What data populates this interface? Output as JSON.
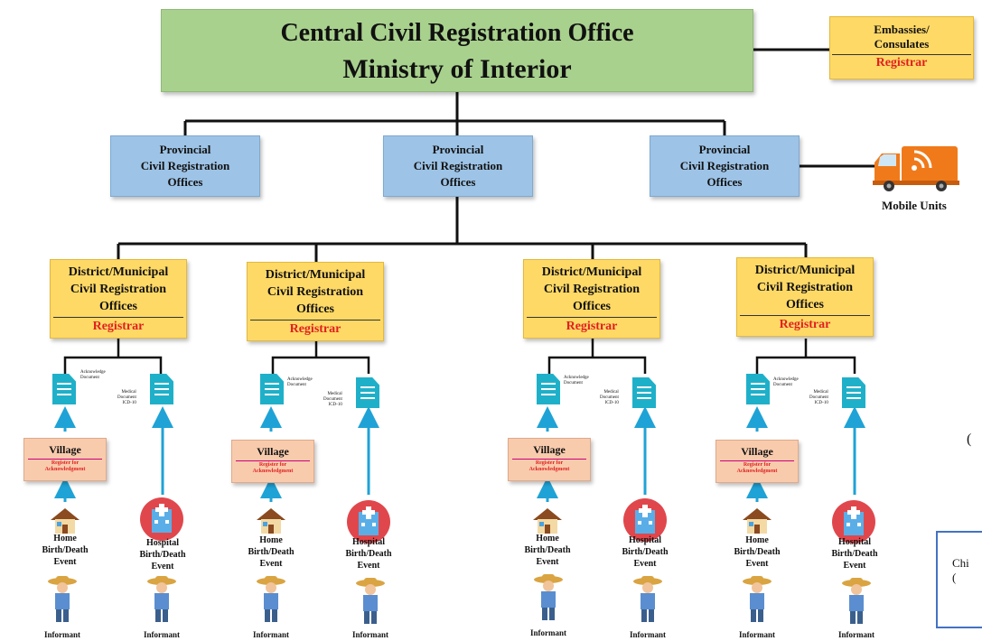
{
  "central": {
    "line1": "Central Civil Registration Office",
    "line2": "Ministry of Interior"
  },
  "embassies": {
    "line1": "Embassies/",
    "line2": "Consulates",
    "registrar": "Registrar"
  },
  "provincial": [
    {
      "line1": "Provincial",
      "line2": "Civil Registration",
      "line3": "Offices"
    },
    {
      "line1": "Provincial",
      "line2": "Civil Registration",
      "line3": "Offices"
    },
    {
      "line1": "Provincial",
      "line2": "Civil Registration",
      "line3": "Offices"
    }
  ],
  "mobile": {
    "label": "Mobile Units"
  },
  "district": [
    {
      "line1": "District/Municipal",
      "line2": "Civil Registration",
      "line3": "Offices",
      "registrar": "Registrar"
    },
    {
      "line1": "District/Municipal",
      "line2": "Civil Registration",
      "line3": "Offices",
      "registrar": "Registrar"
    },
    {
      "line1": "District/Municipal",
      "line2": "Civil Registration",
      "line3": "Offices",
      "registrar": "Registrar"
    },
    {
      "line1": "District/Municipal",
      "line2": "Civil Registration",
      "line3": "Offices",
      "registrar": "Registrar"
    }
  ],
  "docs": {
    "ack1": "Acknowledge",
    "ack2": "Document",
    "med1": "Medical",
    "med2": "Document",
    "med3": "ICD-10"
  },
  "village": {
    "title": "Village",
    "sub1": "Register for",
    "sub2": "Acknowledgment"
  },
  "home": {
    "label": "Home",
    "event1": "Birth/Death",
    "event2": "Event"
  },
  "hospital": {
    "label": "Hospital",
    "event1": "Birth/Death",
    "event2": "Event"
  },
  "informant": "Informant",
  "side": {
    "text1": "Chi",
    "text2": "(",
    "bracket": "("
  },
  "colors": {
    "green": "#a9d18e",
    "blue": "#9dc3e6",
    "yellow": "#ffd966",
    "peach": "#f8cbad",
    "red": "#e02020",
    "doc": "#1fb0c9",
    "arrow": "#1fa3d6",
    "truck": "#f07a1a"
  }
}
